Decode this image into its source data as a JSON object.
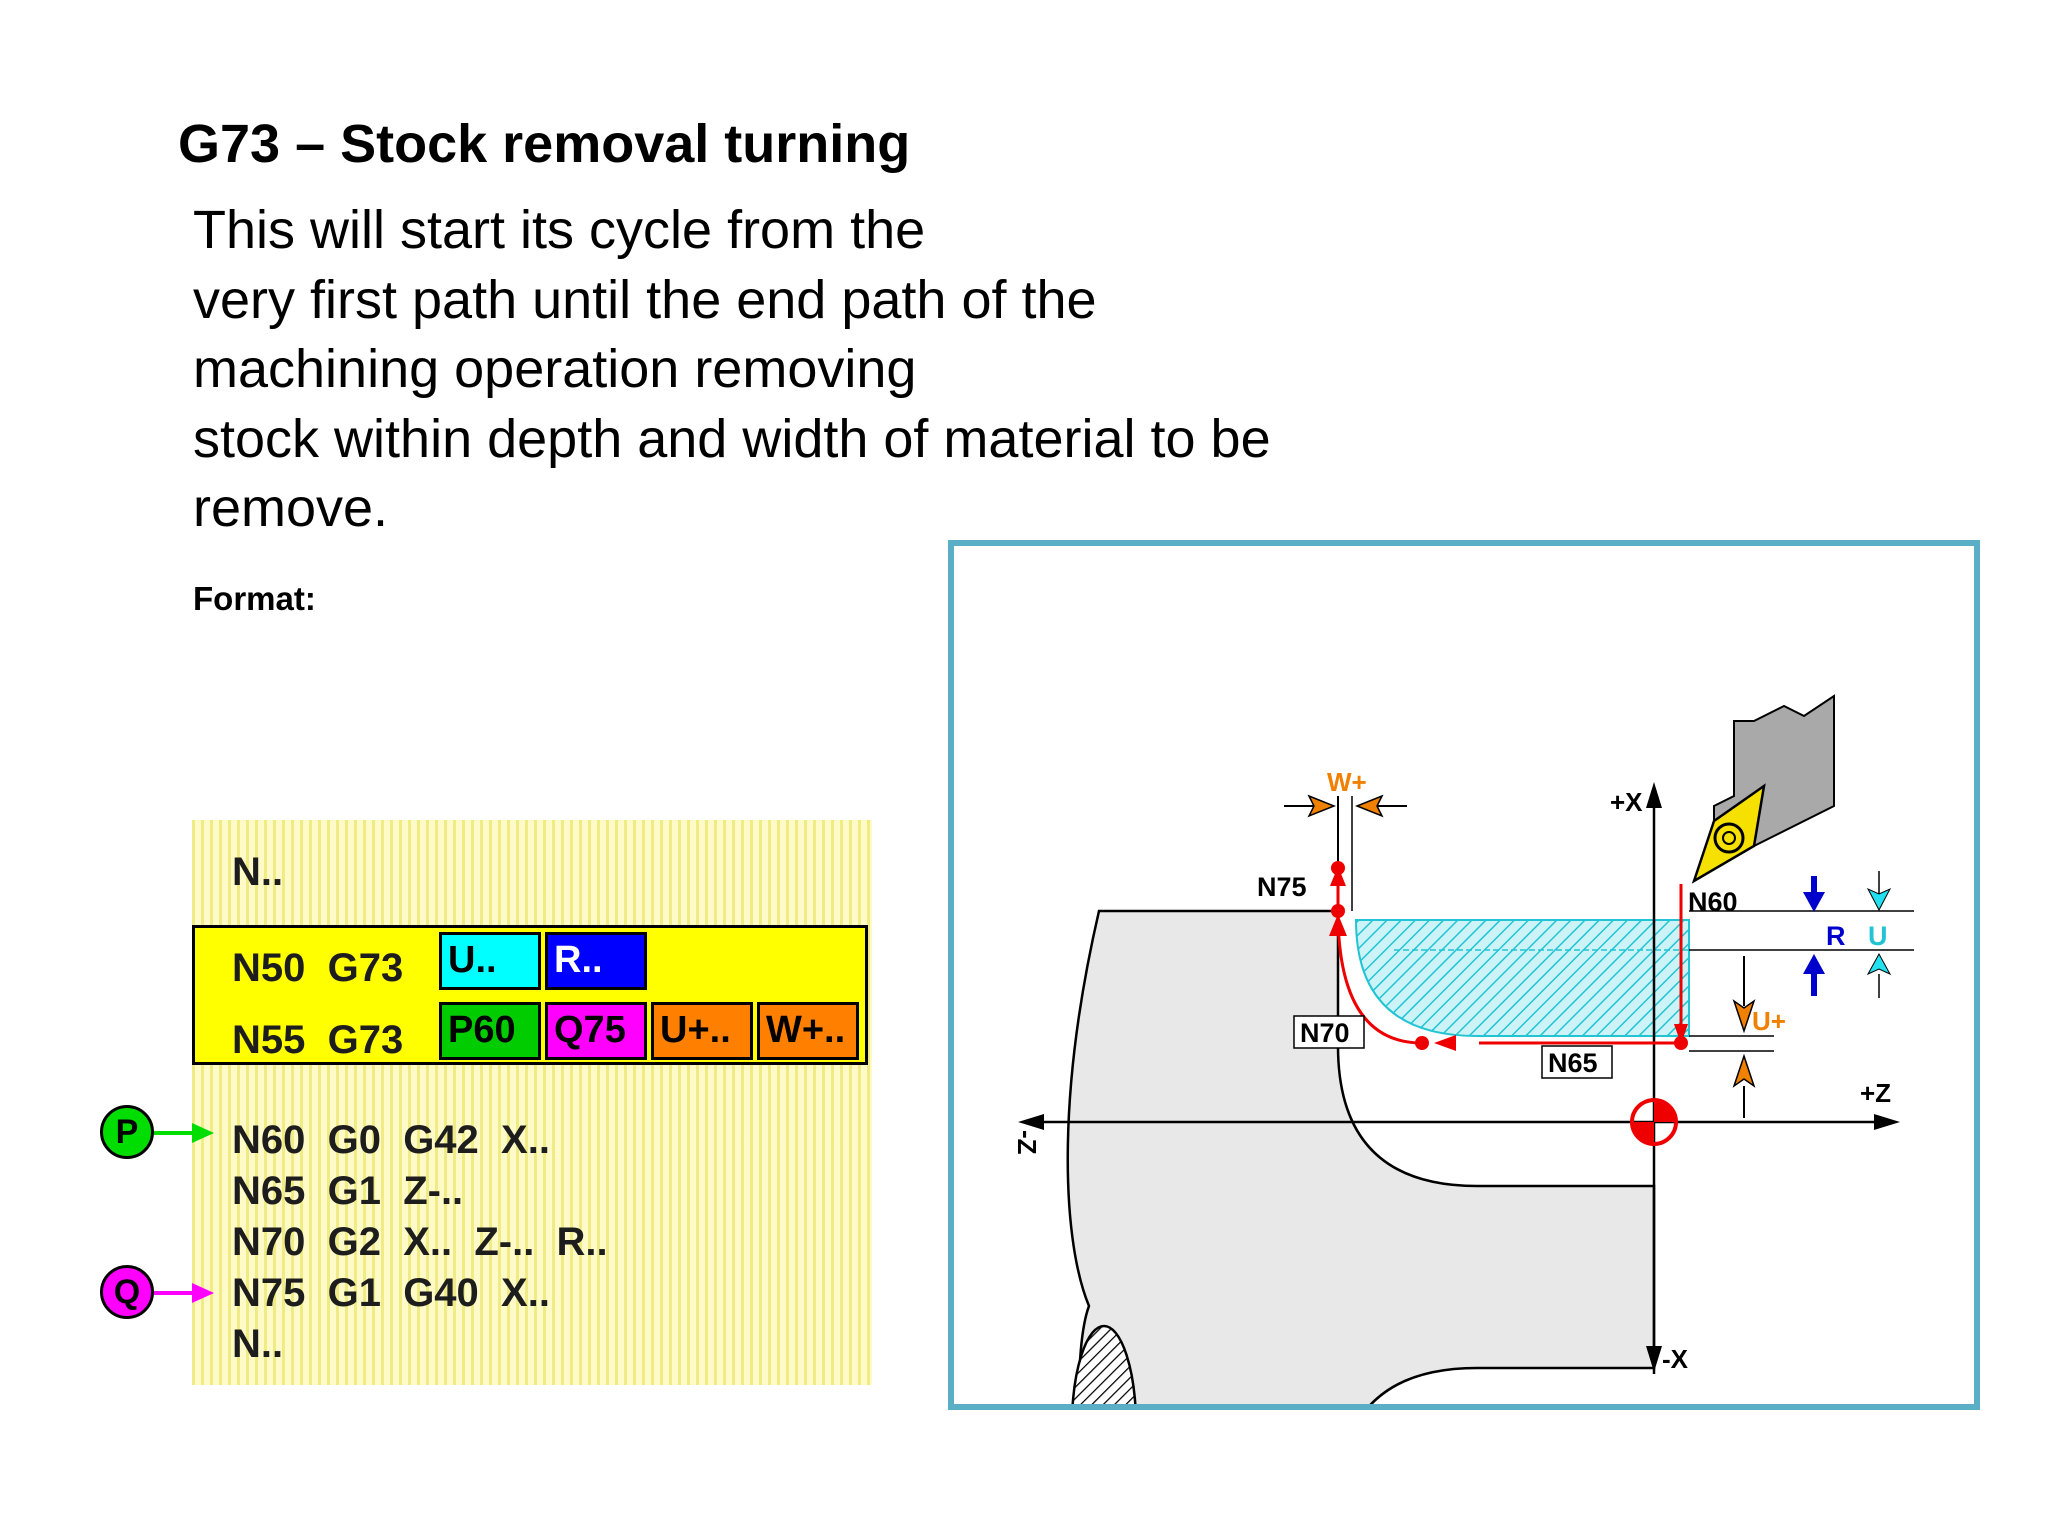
{
  "heading": {
    "title": "G73 – Stock removal turning"
  },
  "description": {
    "lines": [
      "This will start its cycle from the",
      "very first path until the end path of the",
      "machining operation removing",
      "stock within depth and width of material to be",
      "remove."
    ]
  },
  "format_label": "Format:",
  "program": {
    "line_top": "N..",
    "line_n50": "N50  G73",
    "line_n55": "N55  G73",
    "n50_params": [
      "U..",
      "R.."
    ],
    "n55_params": [
      "P60",
      "Q75",
      "U+..",
      "W+.."
    ],
    "line_n60": "N60  G0  G42  X..",
    "line_n65": "N65  G1  Z-..",
    "line_n70": "N70  G2  X..  Z-..  R..",
    "line_n75": "N75  G1  G40  X..",
    "line_bottom": "N..",
    "marker_p": "P",
    "marker_q": "Q"
  },
  "diagram": {
    "axis_plus_x": "+X",
    "axis_minus_x": "-X",
    "axis_plus_z": "+Z",
    "axis_minus_z": "-Z",
    "label_n60": "N60",
    "label_n65": "N65",
    "label_n70": "N70",
    "label_n75": "N75",
    "label_w_plus": "W+",
    "label_u_plus": "U+",
    "label_r": "R",
    "label_u": "U"
  },
  "colors": {
    "frame": "#5aaec6",
    "panel_yellow": "#ffff00",
    "param_u": "#00ffff",
    "param_r": "#0000ff",
    "param_p": "#00cc00",
    "param_q": "#ff00ff",
    "param_uw": "#ff8000",
    "toolpath": "#ee0000",
    "allowance": "#f08000",
    "stock_hatch": "#22c4d4"
  }
}
